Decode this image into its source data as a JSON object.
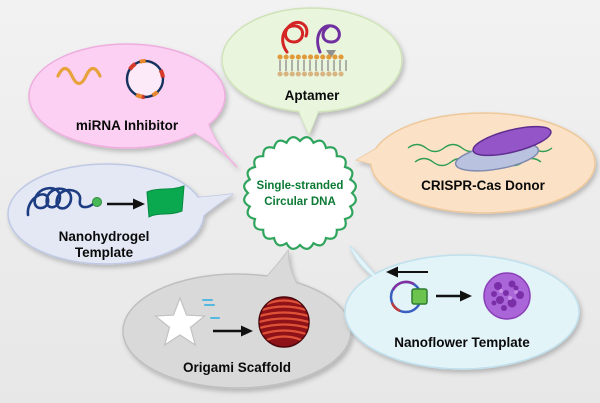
{
  "figure": {
    "subject": "Single-stranded Circular DNA applications"
  },
  "center": {
    "line1": "Single-stranded",
    "line2": "Circular DNA",
    "text_color": "#0c7a34",
    "ring_color": "#2fa45c"
  },
  "bubbles": {
    "mirna": {
      "label": "miRNA Inhibitor",
      "fill": "#fbd0f2",
      "stroke": "#eeadde",
      "icons": [
        "rna-strand-icon",
        "mirna-sponge-icon"
      ]
    },
    "aptamer": {
      "label": "Aptamer",
      "fill": "#eaf5dd",
      "stroke": "#cfe3b8",
      "icons": [
        "aptamer-loop-icon",
        "lipid-membrane-icon"
      ]
    },
    "crispr": {
      "label": "CRISPR-Cas Donor",
      "fill": "#fbe2c6",
      "stroke": "#eec89a",
      "icons": [
        "cas-protein-icon",
        "dna-strand-icon"
      ]
    },
    "nanohydrogel": {
      "label_line1": "Nanohydrogel",
      "label_line2": "Template",
      "fill": "#e3e8f4",
      "stroke": "#bfc9e4",
      "icons": [
        "polymer-chain-icon",
        "arrow-icon",
        "hydrogel-flag-icon"
      ]
    },
    "origami": {
      "label": "Origami Scaffold",
      "fill": "#d9d9d9",
      "stroke": "#bfbfbf",
      "icons": [
        "star-template-icon",
        "arrow-icon",
        "origami-sphere-icon"
      ]
    },
    "nanoflower": {
      "label": "Nanoflower Template",
      "fill": "#e3f4f9",
      "stroke": "#bfe0ec",
      "icons": [
        "plasmid-icon",
        "arrow-icon",
        "nanoflower-icon"
      ]
    }
  }
}
